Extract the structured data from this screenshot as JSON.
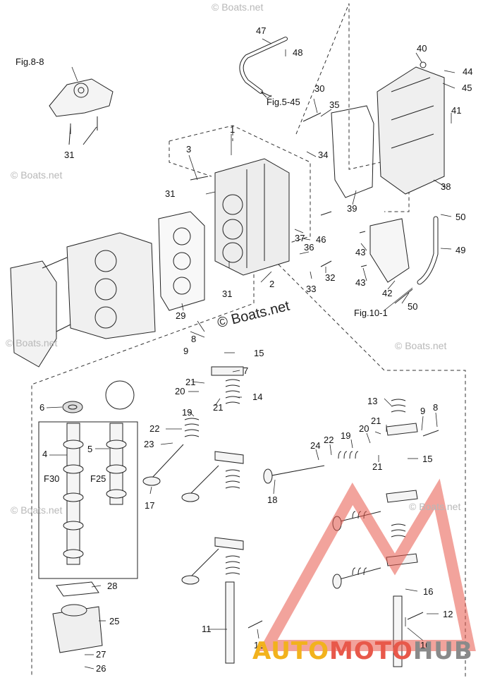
{
  "callouts": [
    "1",
    "2",
    "3",
    "4",
    "5",
    "6",
    "7",
    "8",
    "9",
    "10",
    "11",
    "12",
    "13",
    "14",
    "15",
    "16",
    "17",
    "18",
    "19",
    "20",
    "21",
    "22",
    "23",
    "24",
    "25",
    "26",
    "27",
    "28",
    "29",
    "30",
    "31",
    "32",
    "33",
    "34",
    "35",
    "36",
    "37",
    "38",
    "39",
    "40",
    "41",
    "42",
    "43",
    "44",
    "45",
    "46",
    "47",
    "48",
    "49",
    "50"
  ],
  "refs": {
    "fig_8_8": "Fig.8-8",
    "fig_5_45": "Fig.5-45",
    "fig_10_1": "Fig.10-1",
    "f30": "F30",
    "f25": "F25"
  },
  "watermark": {
    "main": "© Boats.net",
    "faint": "© Boats.net"
  },
  "brand": {
    "part1": "AUTO",
    "part2": "MOTO",
    "part3": "HUB",
    "colors": {
      "auto": "#f2b21d",
      "moto": "#e8584a",
      "hub": "#8a8a8a"
    }
  }
}
